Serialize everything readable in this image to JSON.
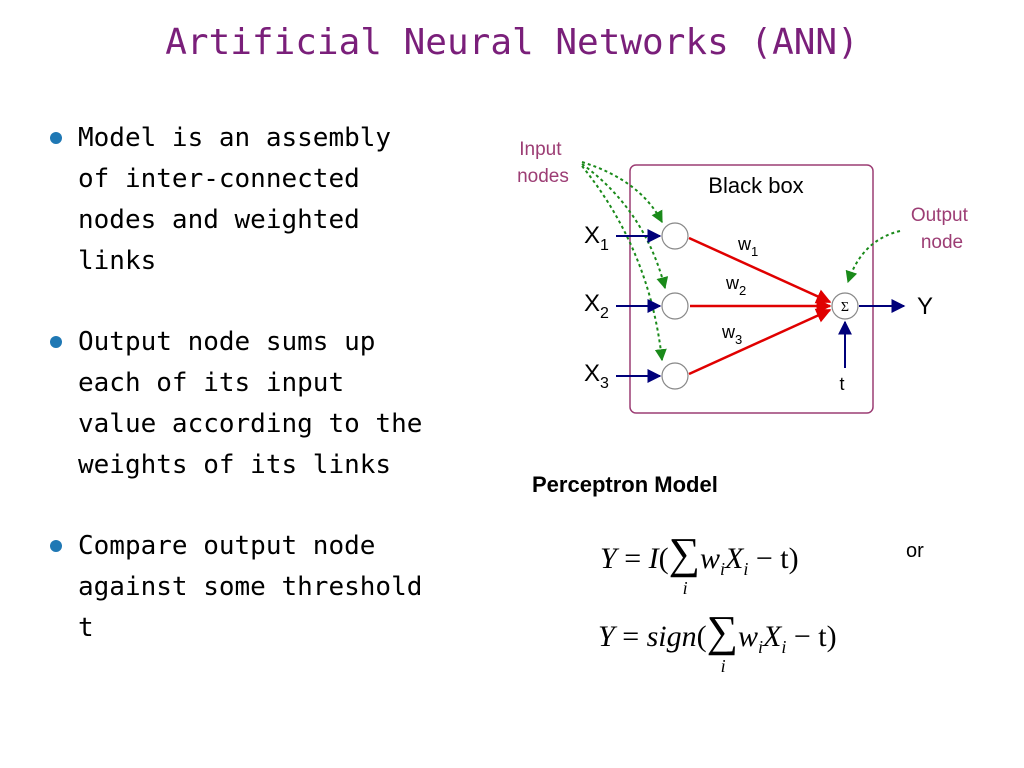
{
  "title": "Artificial Neural Networks (ANN)",
  "bullets": [
    "Model is an assembly\nof inter-connected\nnodes and weighted\nlinks",
    "Output node sums up\neach of its input\nvalue according to the\nweights of its links",
    "Compare output node\nagainst some threshold\nt"
  ],
  "diagram": {
    "input_nodes_label": [
      "Input",
      "nodes"
    ],
    "black_box_label": "Black box",
    "output_node_label": [
      "Output",
      "node"
    ],
    "inputs": [
      {
        "base": "X",
        "sub": "1"
      },
      {
        "base": "X",
        "sub": "2"
      },
      {
        "base": "X",
        "sub": "3"
      }
    ],
    "weights": [
      {
        "base": "w",
        "sub": "1"
      },
      {
        "base": "w",
        "sub": "2"
      },
      {
        "base": "w",
        "sub": "3"
      }
    ],
    "sum_symbol": "Σ",
    "output": "Y",
    "threshold": "t",
    "colors": {
      "label": "#9c3d74",
      "box": "#9c3d74",
      "weight_link": "#e00000",
      "arrow": "#00007a",
      "dashed": "#1a8a1a"
    }
  },
  "caption": "Perceptron Model",
  "formula1": {
    "lhs": "Y",
    "eq": "=",
    "func": "I",
    "idx": "i",
    "body": "w",
    "w_sub": "i",
    "x": "X",
    "x_sub": "i",
    "tail": "− t)"
  },
  "formula2": {
    "lhs": "Y",
    "eq": "=",
    "func": "sign",
    "idx": "i",
    "body": "w",
    "w_sub": "i",
    "x": "X",
    "x_sub": "i",
    "tail": "− t)"
  },
  "or_text": "or"
}
